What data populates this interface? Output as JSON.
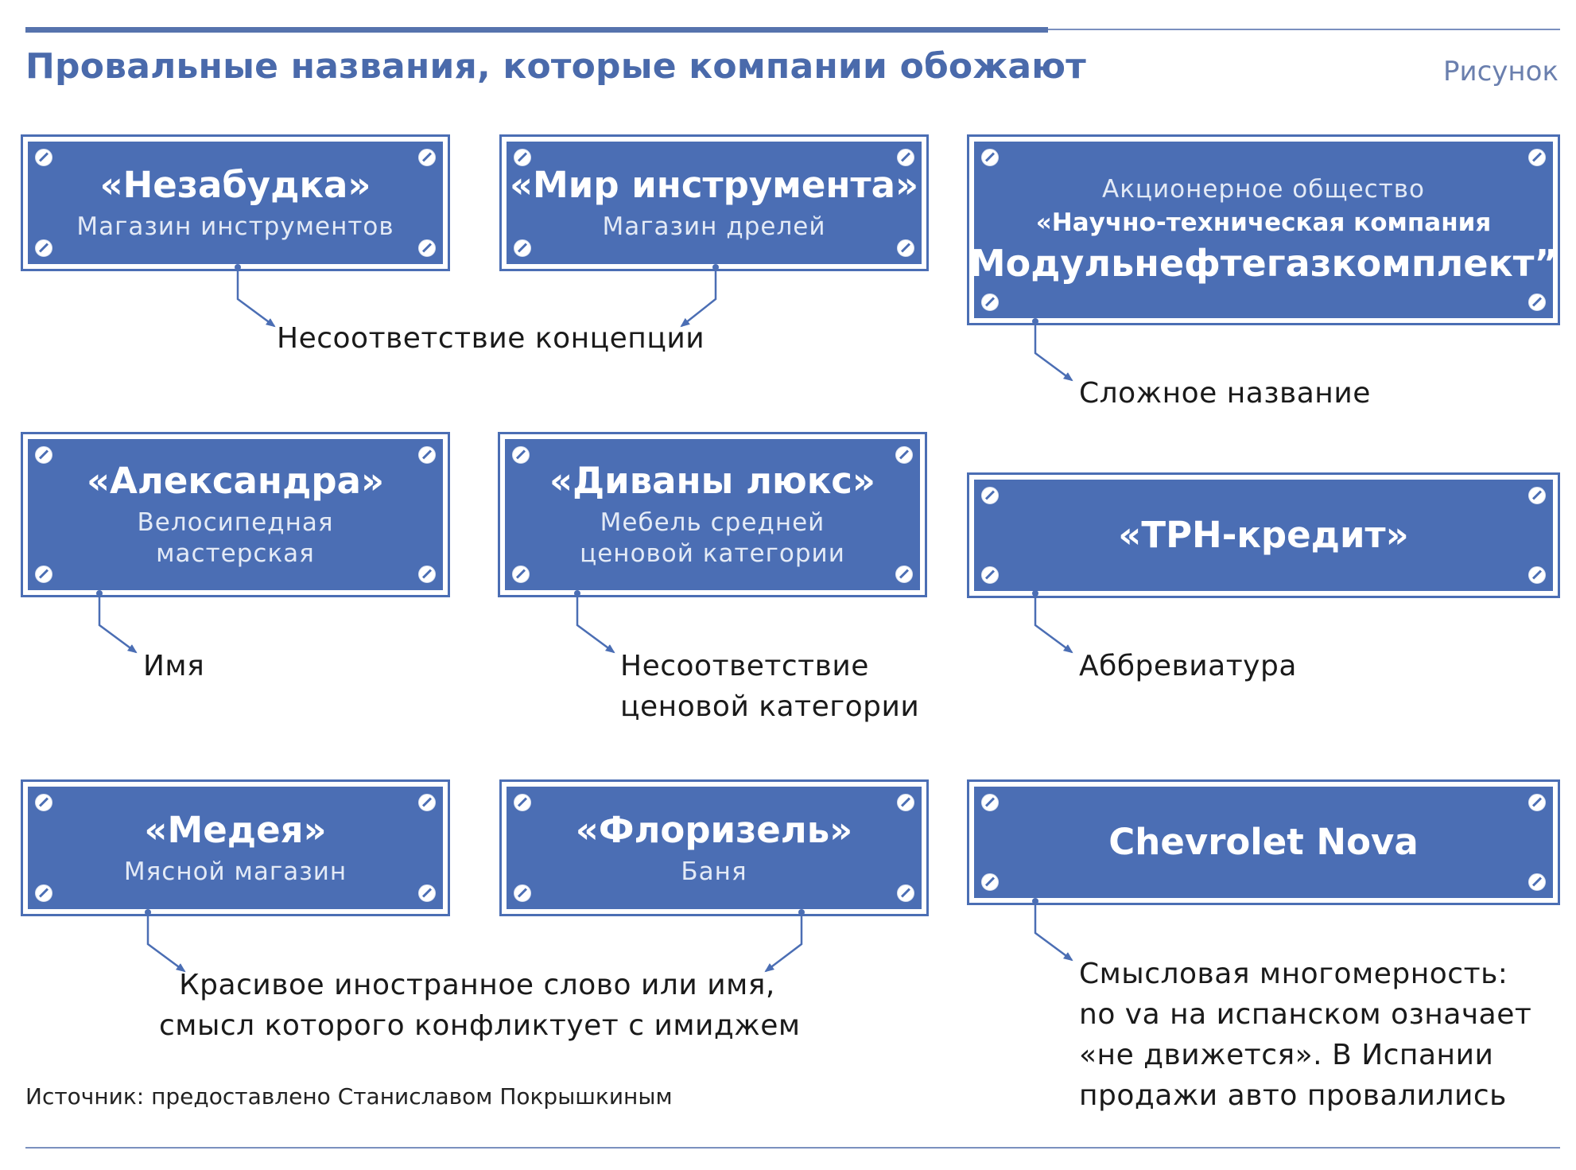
{
  "header": {
    "title": "Провальные названия, которые компании обожают",
    "figure_label": "Рисунок"
  },
  "signs": [
    {
      "name": "«Незабудка»",
      "sub": "Магазин инструментов"
    },
    {
      "name": "«Мир инструмента»",
      "sub": "Магазин дрелей"
    },
    {
      "pre": "Акционерное общество",
      "mid": "«Научно-техническая компания",
      "long": "“Модульнефтегазкомплект”»"
    },
    {
      "name": "«Александра»",
      "sub_line1": "Велосипедная",
      "sub_line2": "мастерская"
    },
    {
      "name": "«Диваны люкс»",
      "sub_line1": "Мебель средней",
      "sub_line2": "ценовой категории"
    },
    {
      "name": "«ТРН-кредит»"
    },
    {
      "name": "«Медея»",
      "sub": "Мясной магазин"
    },
    {
      "name": "«Флоризель»",
      "sub": "Баня"
    },
    {
      "name": "Chevrolet Nova"
    }
  ],
  "captions": {
    "concept_mismatch": "Несоответствие концепции",
    "complex_name": "Сложное название",
    "first_name": "Имя",
    "price_mismatch_line1": "Несоответствие",
    "price_mismatch_line2": "ценовой категории",
    "abbreviation": "Аббревиатура",
    "foreign_word_line1": "Красивое иностранное слово или имя,",
    "foreign_word_line2": "смысл которого конфликтует с имиджем",
    "ambiguity_line1": "Смысловая многомерность:",
    "ambiguity_line2": "no va на испанском означает",
    "ambiguity_line3": "«не движется». В Испании",
    "ambiguity_line4": "продажи авто провалились"
  },
  "footer": {
    "source": "Источник: предоставлено Станиславом Покрышкиным"
  },
  "colors": {
    "sign_fill": "#4b6eb4",
    "title": "#4a6aab",
    "connector": "#4b6eb4"
  }
}
